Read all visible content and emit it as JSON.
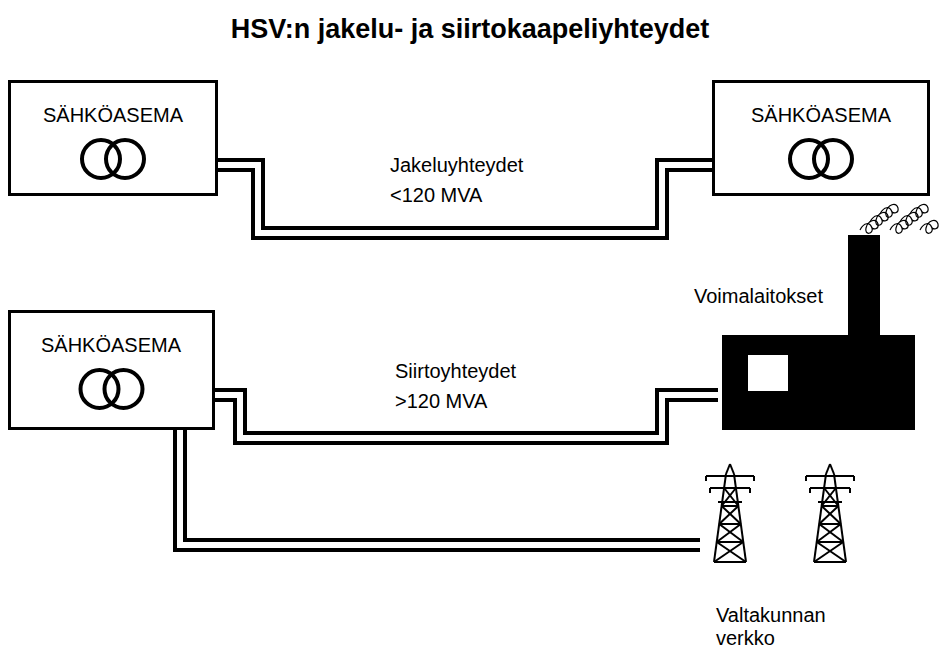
{
  "diagram": {
    "title": "HSV:n jakelu- ja siirtokaapeliyhteydet",
    "nodes": [
      {
        "text": [
          "SÄHKÖASEMA"
        ]
      },
      {
        "text": [
          "SÄHKÖASEMA"
        ]
      },
      {
        "text": [
          "Voimalaitokset"
        ]
      },
      {
        "text": [
          "SÄHKÖASEMA"
        ]
      },
      {
        "text": [
          "Valtakunnan verkko"
        ]
      }
    ],
    "edges": [
      {
        "from": 0,
        "to": 1,
        "arrow": "none",
        "label": "Jakeluyhteydet <120 MVA"
      },
      {
        "from": 3,
        "to": 2,
        "arrow": "none",
        "label": "Siirtoyhteydet >120 MVA"
      },
      {
        "from": 3,
        "to": 4,
        "arrow": "none"
      }
    ]
  }
}
